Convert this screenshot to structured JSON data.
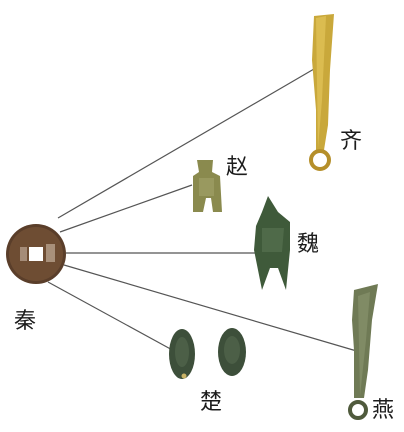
{
  "coins": {
    "qin": {
      "label": "秦",
      "type": "round-coin-square-hole",
      "color": "#5a3e2a"
    },
    "qi": {
      "label": "齐",
      "type": "knife-coin",
      "color": "#c9a83b"
    },
    "zhao": {
      "label": "赵",
      "type": "spade-coin",
      "color": "#8a8a4e"
    },
    "wei": {
      "label": "魏",
      "type": "spade-coin",
      "color": "#3f5a3a"
    },
    "chu": {
      "label": "楚",
      "type": "ant-nose-coin",
      "color": "#3d4f3a"
    },
    "yan": {
      "label": "燕",
      "type": "knife-coin",
      "color": "#6f7a55"
    }
  }
}
